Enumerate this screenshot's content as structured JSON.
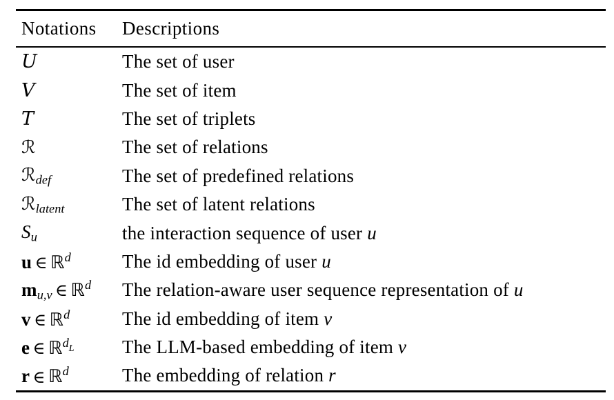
{
  "page": {
    "background": "#ffffff",
    "text_color": "#000000"
  },
  "table": {
    "header": {
      "col1": "Notations",
      "col2": "Descriptions"
    },
    "rows": [
      {
        "notation": [
          {
            "s": "cal",
            "t": "U"
          }
        ],
        "description": [
          {
            "s": "rm",
            "t": "The set of user"
          }
        ]
      },
      {
        "notation": [
          {
            "s": "cal",
            "t": "V"
          }
        ],
        "description": [
          {
            "s": "rm",
            "t": "The set of item"
          }
        ]
      },
      {
        "notation": [
          {
            "s": "cal",
            "t": "T"
          }
        ],
        "description": [
          {
            "s": "rm",
            "t": "The set of triplets"
          }
        ]
      },
      {
        "notation": [
          {
            "s": "calR",
            "t": "ℛ"
          }
        ],
        "description": [
          {
            "s": "rm",
            "t": "The set of relations"
          }
        ]
      },
      {
        "notation": [
          {
            "s": "calR",
            "t": "ℛ"
          },
          {
            "s": "sub",
            "t": "def"
          }
        ],
        "description": [
          {
            "s": "rm",
            "t": "The set of predefined relations"
          }
        ]
      },
      {
        "notation": [
          {
            "s": "calR",
            "t": "ℛ"
          },
          {
            "s": "sub",
            "t": "latent"
          }
        ],
        "description": [
          {
            "s": "rm",
            "t": "The set of latent relations"
          }
        ]
      },
      {
        "notation": [
          {
            "s": "it",
            "t": "S"
          },
          {
            "s": "sub",
            "t": "u"
          }
        ],
        "description": [
          {
            "s": "rm",
            "t": "the interaction sequence of user "
          },
          {
            "s": "it",
            "t": "u"
          }
        ]
      },
      {
        "notation": [
          {
            "s": "bold",
            "t": "u"
          },
          {
            "s": "in",
            "t": "∈"
          },
          {
            "s": "bb",
            "t": "ℝ"
          },
          {
            "s": "sup",
            "t": "d"
          }
        ],
        "description": [
          {
            "s": "rm",
            "t": "The id embedding of user "
          },
          {
            "s": "it",
            "t": "u"
          }
        ]
      },
      {
        "notation": [
          {
            "s": "bold",
            "t": "m"
          },
          {
            "s": "sub",
            "t": "u,v"
          },
          {
            "s": "in",
            "t": "∈"
          },
          {
            "s": "bb",
            "t": "ℝ"
          },
          {
            "s": "sup",
            "t": "d"
          }
        ],
        "description": [
          {
            "s": "rm",
            "t": "The relation-aware user sequence representation of "
          },
          {
            "s": "it",
            "t": "u"
          }
        ]
      },
      {
        "notation": [
          {
            "s": "bold",
            "t": "v"
          },
          {
            "s": "in",
            "t": "∈"
          },
          {
            "s": "bb",
            "t": "ℝ"
          },
          {
            "s": "sup",
            "t": "d"
          }
        ],
        "description": [
          {
            "s": "rm",
            "t": "The id embedding of item "
          },
          {
            "s": "it",
            "t": "v"
          }
        ]
      },
      {
        "notation": [
          {
            "s": "bold",
            "t": "e"
          },
          {
            "s": "in",
            "t": "∈"
          },
          {
            "s": "bb",
            "t": "ℝ"
          },
          {
            "s": "sup",
            "t": "d"
          },
          {
            "s": "subsup",
            "t": "L"
          }
        ],
        "description": [
          {
            "s": "rm",
            "t": "The LLM-based embedding of item "
          },
          {
            "s": "it",
            "t": "v"
          }
        ]
      },
      {
        "notation": [
          {
            "s": "bold",
            "t": "r"
          },
          {
            "s": "in",
            "t": "∈"
          },
          {
            "s": "bb",
            "t": "ℝ"
          },
          {
            "s": "sup",
            "t": "d"
          }
        ],
        "description": [
          {
            "s": "rm",
            "t": "The embedding of relation "
          },
          {
            "s": "it",
            "t": "r"
          }
        ]
      }
    ]
  }
}
